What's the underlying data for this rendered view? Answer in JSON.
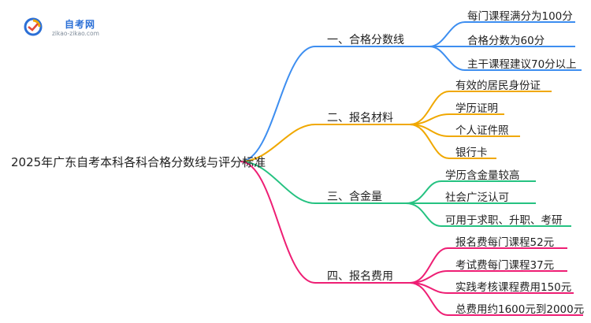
{
  "logo": {
    "name": "自考网",
    "url": "zikao-zikao.com"
  },
  "root": {
    "label": "2025年广东自考本科各科合格分数线与评分标准"
  },
  "branches": [
    {
      "label": "一、合格分数线",
      "color": "#3d8ef0",
      "leaves": [
        "每门课程满分为100分",
        "合格分数为60分",
        "主干课程建议70分以上"
      ]
    },
    {
      "label": "二、报名材料",
      "color": "#f0a800",
      "leaves": [
        "有效的居民身份证",
        "学历证明",
        "个人证件照",
        "银行卡"
      ]
    },
    {
      "label": "三、含金量",
      "color": "#25c281",
      "leaves": [
        "学历含金量较高",
        "社会广泛认可",
        "可用于求职、升职、考研"
      ]
    },
    {
      "label": "四、报名费用",
      "color": "#ee1e74",
      "leaves": [
        "报名费每门课程52元",
        "考试费每门课程37元",
        "实践考核课程费用150元",
        "总费用约1600元到2000元"
      ]
    }
  ]
}
